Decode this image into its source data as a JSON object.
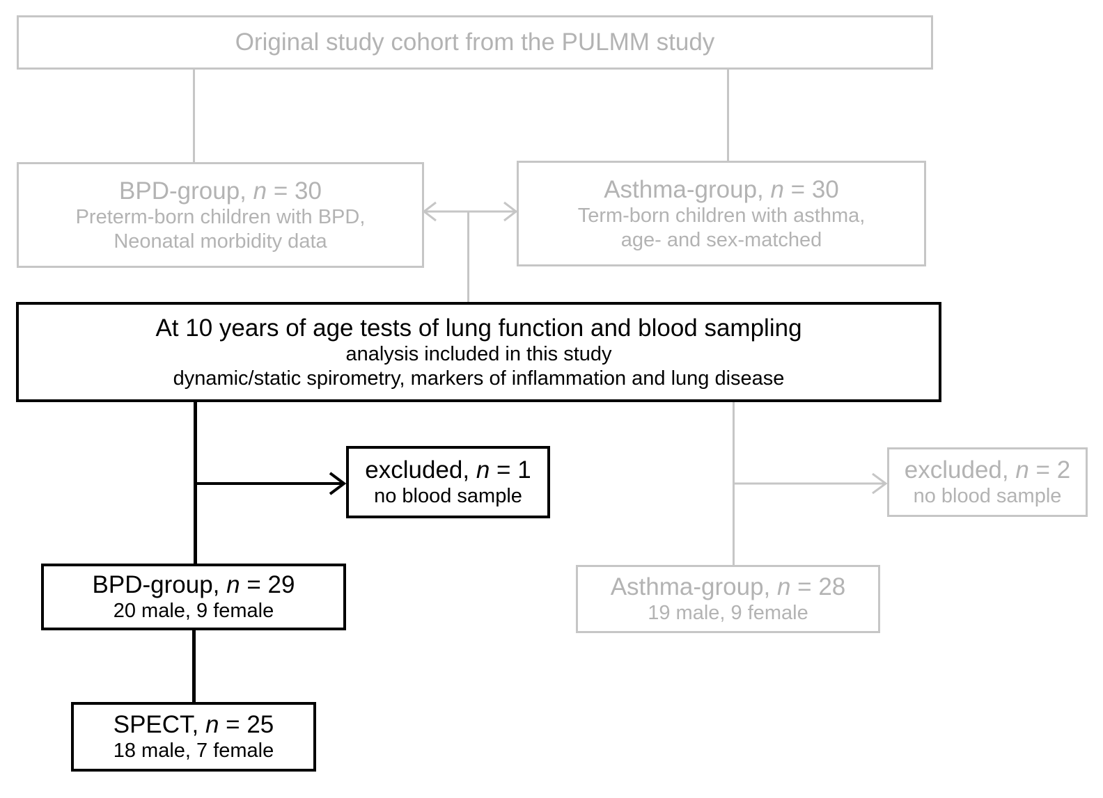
{
  "figure": {
    "type": "flowchart",
    "title": "Study cohort flow diagram",
    "colors": {
      "dim_stroke": "#c6c6c6",
      "dim_text": "#b3b3b3",
      "strong_stroke": "#000000",
      "strong_text": "#000000",
      "background": "#ffffff"
    }
  },
  "nodes": {
    "original_cohort": {
      "line1": "Original study cohort from the PULMM study",
      "style": "dim"
    },
    "bpd_group_30": {
      "line1_a": "BPD-group, ",
      "line1_n": "n",
      "line1_b": " = 30",
      "line2": "Preterm-born children with BPD,",
      "line3": "Neonatal morbidity data",
      "style": "dim"
    },
    "asthma_group_30": {
      "line1_a": "Asthma-group, ",
      "line1_n": "n",
      "line1_b": " = 30",
      "line2": "Term-born children with asthma,",
      "line3": "age- and sex-matched",
      "style": "dim"
    },
    "tests_at_10_years": {
      "line1": "At 10 years of age tests of lung function and blood sampling",
      "line2": "analysis included in this study",
      "line3": "dynamic/static spirometry, markers of inflammation and lung disease",
      "style": "strong"
    },
    "excluded_bpd": {
      "line1_a": "excluded, ",
      "line1_n": "n",
      "line1_b": " = 1",
      "line2": "no blood sample",
      "style": "strong"
    },
    "excluded_asthma": {
      "line1_a": "excluded, ",
      "line1_n": "n",
      "line1_b": " = 2",
      "line2": "no blood sample",
      "style": "dim"
    },
    "bpd_group_29": {
      "line1_a": "BPD-group, ",
      "line1_n": "n",
      "line1_b": " = 29",
      "line2": "20 male, 9 female",
      "style": "strong"
    },
    "asthma_group_28": {
      "line1_a": "Asthma-group, ",
      "line1_n": "n",
      "line1_b": " = 28",
      "line2": "19 male, 9 female",
      "style": "dim"
    },
    "spect_25": {
      "line1_a": "SPECT, ",
      "line1_n": "n",
      "line1_b": " = 25",
      "line2": "18 male, 7 female",
      "style": "strong"
    }
  },
  "connectors": [
    {
      "name": "cohort-to-bpd30",
      "style": "dim",
      "kind": "vertical"
    },
    {
      "name": "cohort-to-asthma30",
      "style": "dim",
      "kind": "vertical"
    },
    {
      "name": "bpd30-asthma30-double-arrow",
      "style": "dim",
      "kind": "horizontal-bidirectional"
    },
    {
      "name": "groups-to-tests",
      "style": "dim",
      "kind": "vertical"
    },
    {
      "name": "tests-to-bpd29",
      "style": "strong",
      "kind": "vertical"
    },
    {
      "name": "tests-to-excluded-bpd",
      "style": "strong",
      "kind": "horizontal-arrow"
    },
    {
      "name": "tests-to-asthma28",
      "style": "dim",
      "kind": "vertical"
    },
    {
      "name": "tests-to-excluded-asthma",
      "style": "dim",
      "kind": "horizontal-arrow"
    },
    {
      "name": "bpd29-to-spect",
      "style": "strong",
      "kind": "vertical"
    }
  ]
}
